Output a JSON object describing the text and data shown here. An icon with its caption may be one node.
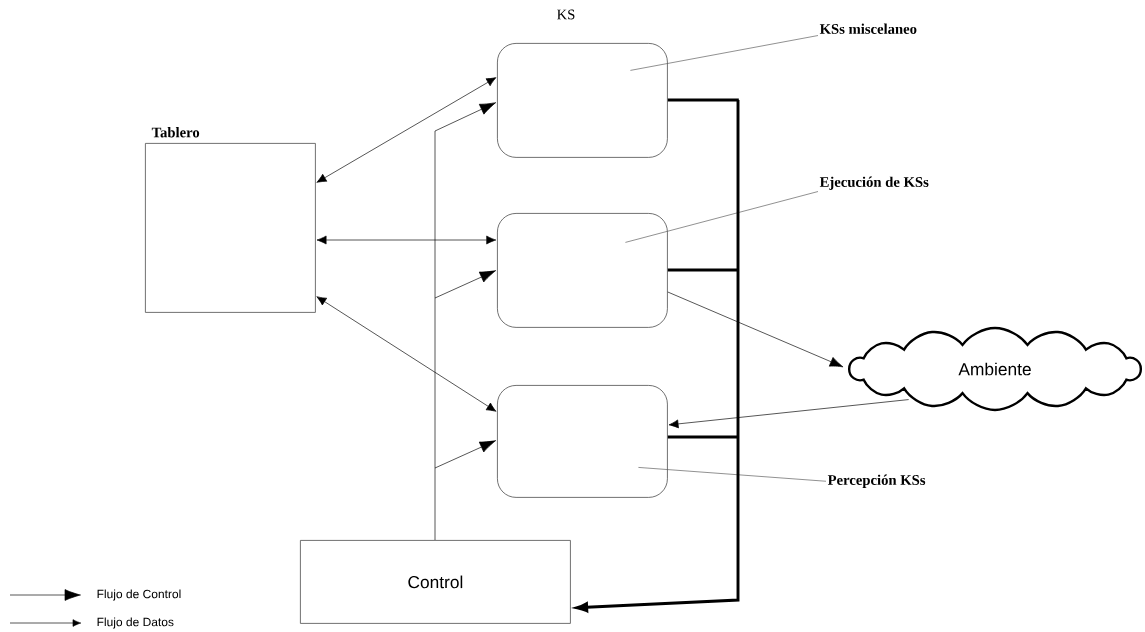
{
  "diagram": {
    "nodes": [
      {
        "text": [
          "Tablero"
        ]
      },
      {
        "text": [],
        "shape": "box"
      },
      {
        "text": [],
        "shape": "box"
      },
      {
        "text": [],
        "shape": "box"
      },
      {
        "text": [
          "Control"
        ]
      },
      {
        "text": [
          "Ambiente"
        ]
      },
      {
        "text": [
          "KSs miscelaneo"
        ]
      },
      {
        "text": [
          "Ejecución de KSs"
        ]
      },
      {
        "text": [
          "Percepción KSs"
        ]
      }
    ],
    "edges": [
      {
        "from": 0,
        "to": 1,
        "arrow": "both"
      },
      {
        "from": 0,
        "to": 2,
        "arrow": "both"
      },
      {
        "from": 0,
        "to": 3,
        "arrow": "both"
      },
      {
        "from": 4,
        "to": 1,
        "arrow": "to"
      },
      {
        "from": 4,
        "to": 2,
        "arrow": "to"
      },
      {
        "from": 4,
        "to": 3,
        "arrow": "to"
      },
      {
        "from": 1,
        "to": 4,
        "arrow": "to",
        "style": "thick"
      },
      {
        "from": 2,
        "to": 4,
        "arrow": "to",
        "style": "thick"
      },
      {
        "from": 3,
        "to": 4,
        "arrow": "to",
        "style": "thick"
      },
      {
        "from": 2,
        "to": 5,
        "arrow": "to"
      },
      {
        "from": 5,
        "to": 3,
        "arrow": "to"
      },
      {
        "from": 6,
        "to": 1,
        "arrow": "none"
      },
      {
        "from": 7,
        "to": 2,
        "arrow": "none"
      },
      {
        "from": 8,
        "to": 3,
        "arrow": "none"
      }
    ],
    "labels": [
      "KS"
    ],
    "legend": [
      {
        "text": "Flujo de Control"
      },
      {
        "text": "Flujo de Datos"
      }
    ]
  }
}
